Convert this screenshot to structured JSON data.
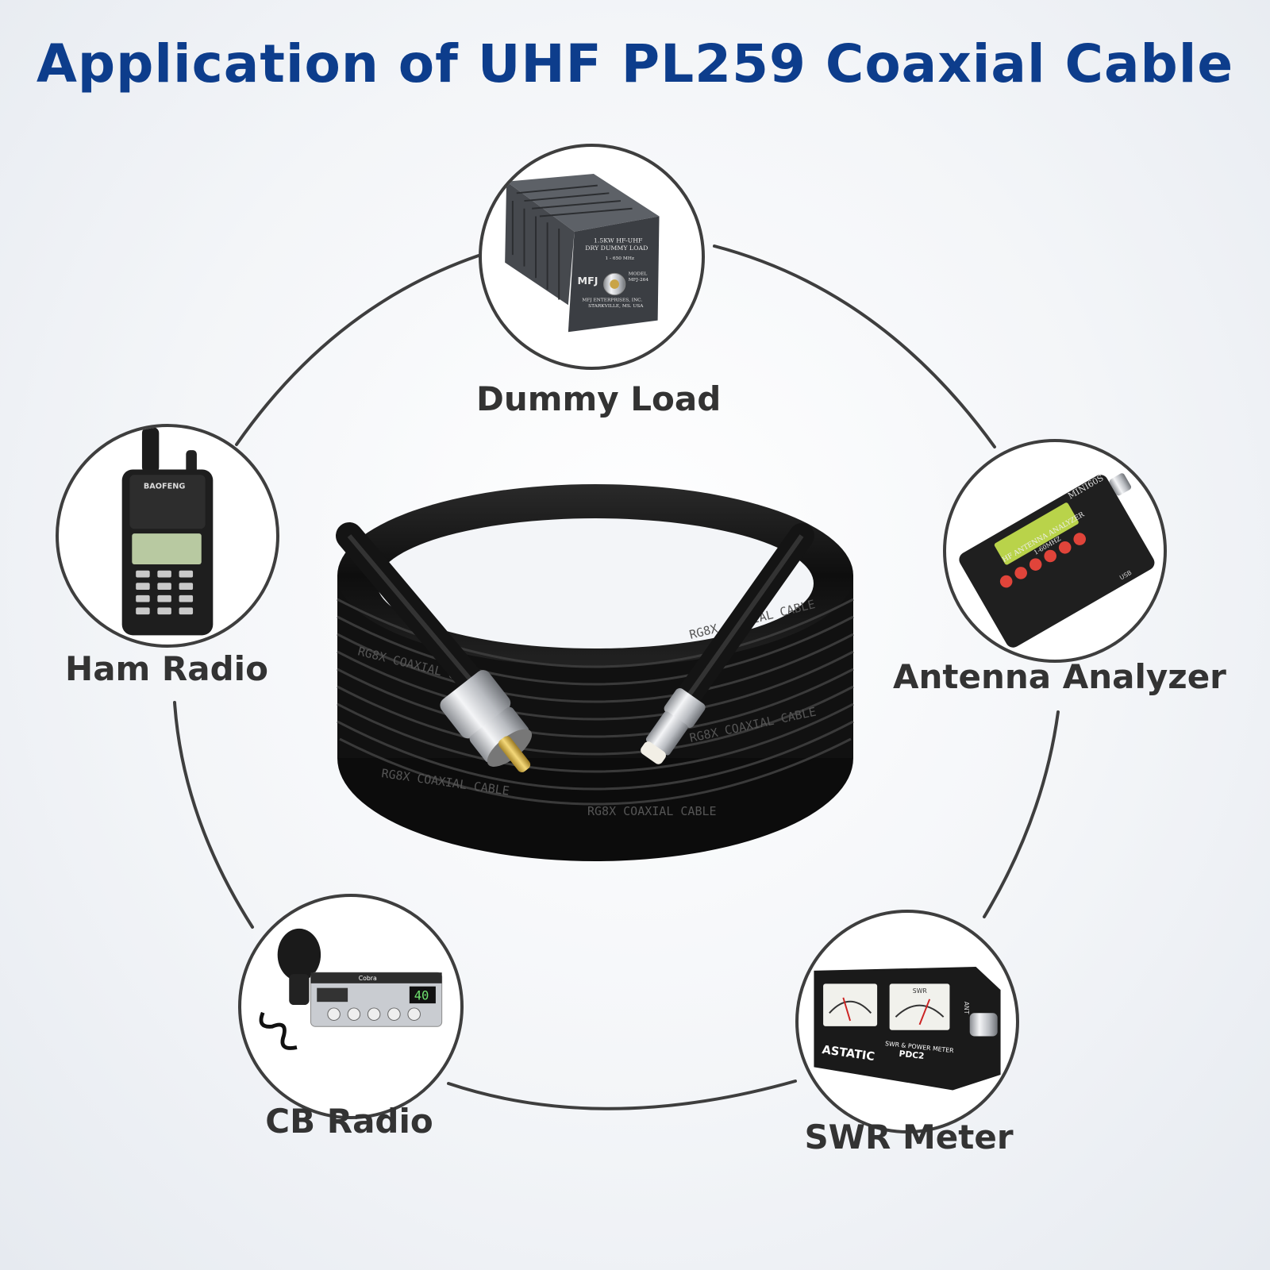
{
  "title": "Application of UHF PL259 Coaxial Cable",
  "colors": {
    "title": "#0d3d8c",
    "label": "#333333",
    "ring": "#3e3e3e",
    "cable": "#151515"
  },
  "applications": [
    {
      "id": "dummy-load",
      "label": "Dummy Load",
      "icon": "dummy-load-icon",
      "device_text": {
        "line1": "1.5KW HF-UHF",
        "line2": "DRY DUMMY LOAD",
        "freq": "1 - 650 MHz",
        "brand": "MFJ",
        "model_label": "MODEL",
        "model": "MFJ-264",
        "maker": "MFJ ENTERPRISES, INC.",
        "city": "STARKVILLE, MS. USA"
      }
    },
    {
      "id": "ham-radio",
      "label": "Ham Radio",
      "icon": "walkie-talkie-icon",
      "device_text": {
        "brand": "BAOFENG"
      }
    },
    {
      "id": "antenna-analyzer",
      "label": "Antenna Analyzer",
      "icon": "antenna-analyzer-icon",
      "device_text": {
        "model": "MINI60S",
        "name": "HF ANTENNA ANALYZER",
        "range": "1-60MHZ",
        "port": "USB"
      }
    },
    {
      "id": "cb-radio",
      "label": "CB Radio",
      "icon": "cb-radio-icon",
      "device_text": {
        "brand": "Cobra",
        "channel": "40"
      }
    },
    {
      "id": "swr-meter",
      "label": "SWR Meter",
      "icon": "swr-meter-icon",
      "device_text": {
        "brand": "ASTATIC",
        "name": "SWR & POWER METER",
        "model": "PDC2",
        "scale": "SWR",
        "side": "ANT"
      }
    }
  ],
  "cable_print": "RG8X COAXIAL CABLE"
}
